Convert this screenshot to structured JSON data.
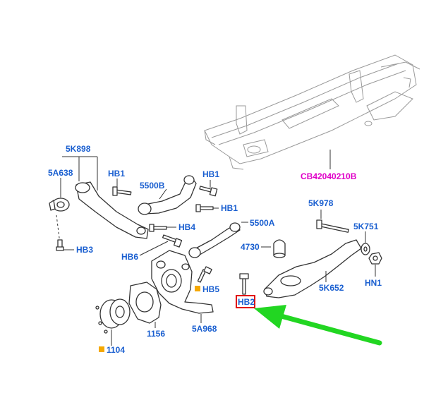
{
  "colors": {
    "label": "#1a5fd0",
    "subframe_label": "#e000c8",
    "note_square": "#f5a800",
    "highlight_box": "#e00000",
    "arrow": "#22d622",
    "line": "#333333",
    "ghost": "#9a9a9a"
  },
  "labels": {
    "subframe": "CB42040210B",
    "arm_5k898": "5K898",
    "bushing_5a638": "5A638",
    "bolt_hb1_left": "HB1",
    "link_5500b": "5500B",
    "bolt_hb1_right": "HB1",
    "bolt_hb1_mid": "HB1",
    "bolt_hb4": "HB4",
    "bolt_hb3": "HB3",
    "bolt_hb6": "HB6",
    "link_5500a": "5500A",
    "bump_stop_4730": "4730",
    "bolt_hb5": "HB5",
    "knuckle_5a968": "5A968",
    "shield_1156": "1156",
    "hub_1104": "1104",
    "bolt_5k978": "5K978",
    "bushing_5k751": "5K751",
    "arm_5k652": "5K652",
    "nut_hn1": "HN1",
    "bolt_hb2": "HB2"
  },
  "icons": {
    "note_marker": "orange-square-icon",
    "pointer": "green-arrow-icon"
  }
}
